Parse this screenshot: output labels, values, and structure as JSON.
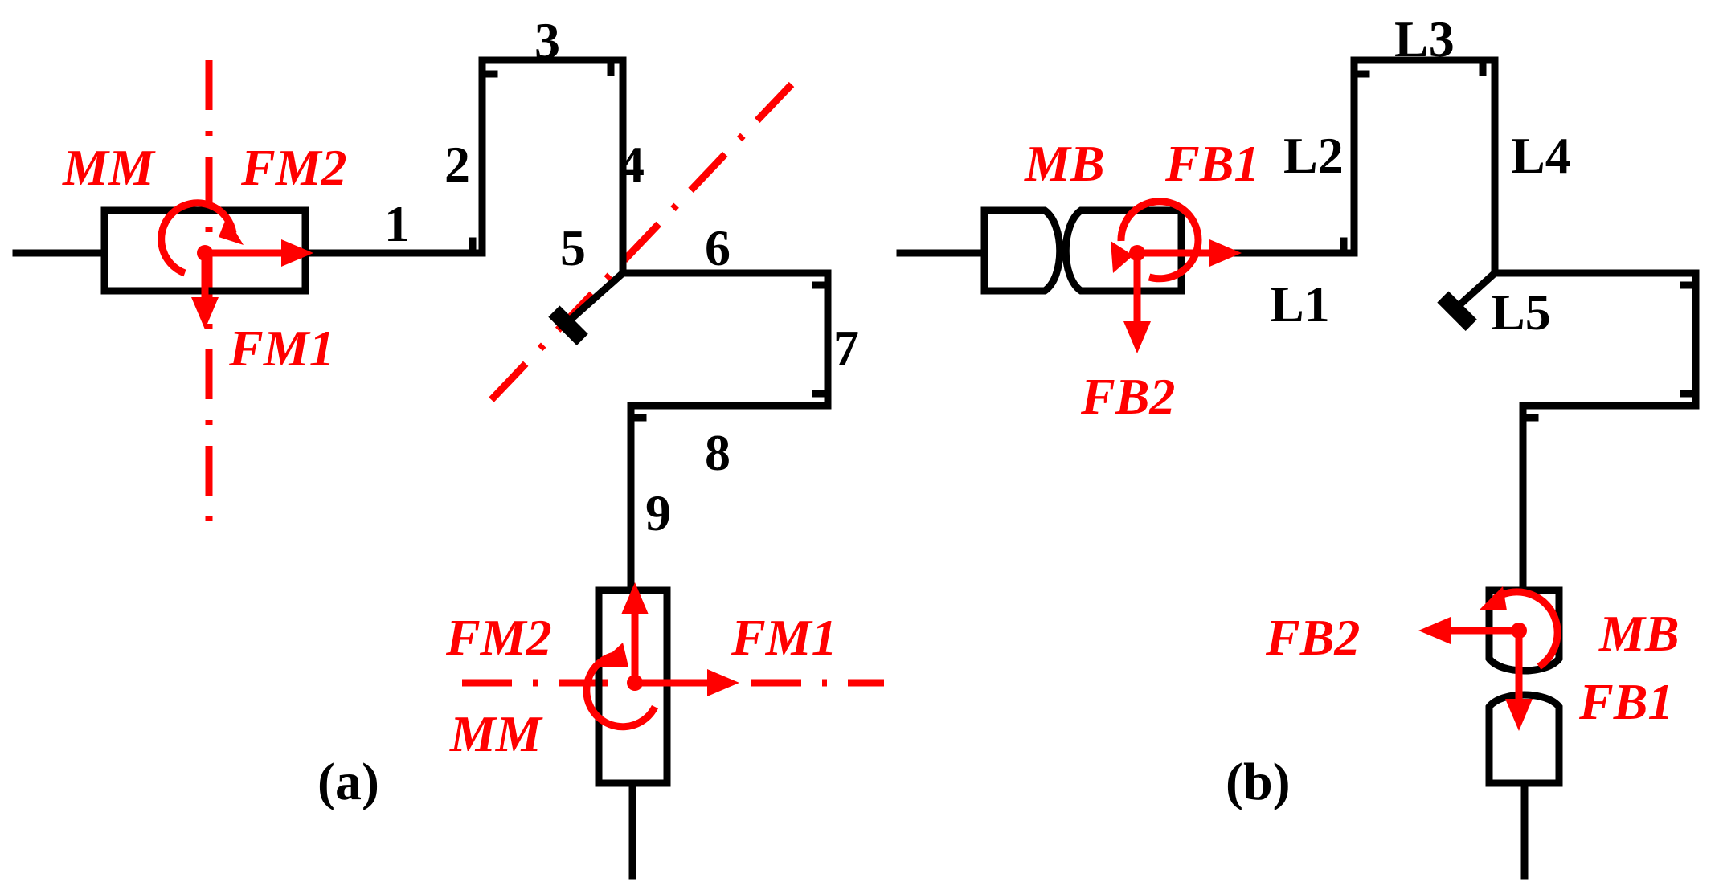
{
  "panel_a": {
    "caption": "(a)",
    "segments": [
      "1",
      "2",
      "3",
      "4",
      "5",
      "6",
      "7",
      "8",
      "9"
    ],
    "loads_top": {
      "moment": "MM",
      "force_horizontal": "FM2",
      "force_vertical": "FM1"
    },
    "loads_bottom": {
      "force_left": "FM2",
      "force_right": "FM1",
      "moment": "MM"
    }
  },
  "panel_b": {
    "caption": "(b)",
    "segments": [
      "L1",
      "L2",
      "L3",
      "L4",
      "L5"
    ],
    "loads_top": {
      "moment": "MB",
      "force_horizontal": "FB1",
      "force_vertical": "FB2"
    },
    "loads_bottom": {
      "force_left": "FB2",
      "moment": "MB",
      "force_vertical": "FB1"
    }
  },
  "colors": {
    "structure": "#000000",
    "loads": "#ff0000"
  }
}
